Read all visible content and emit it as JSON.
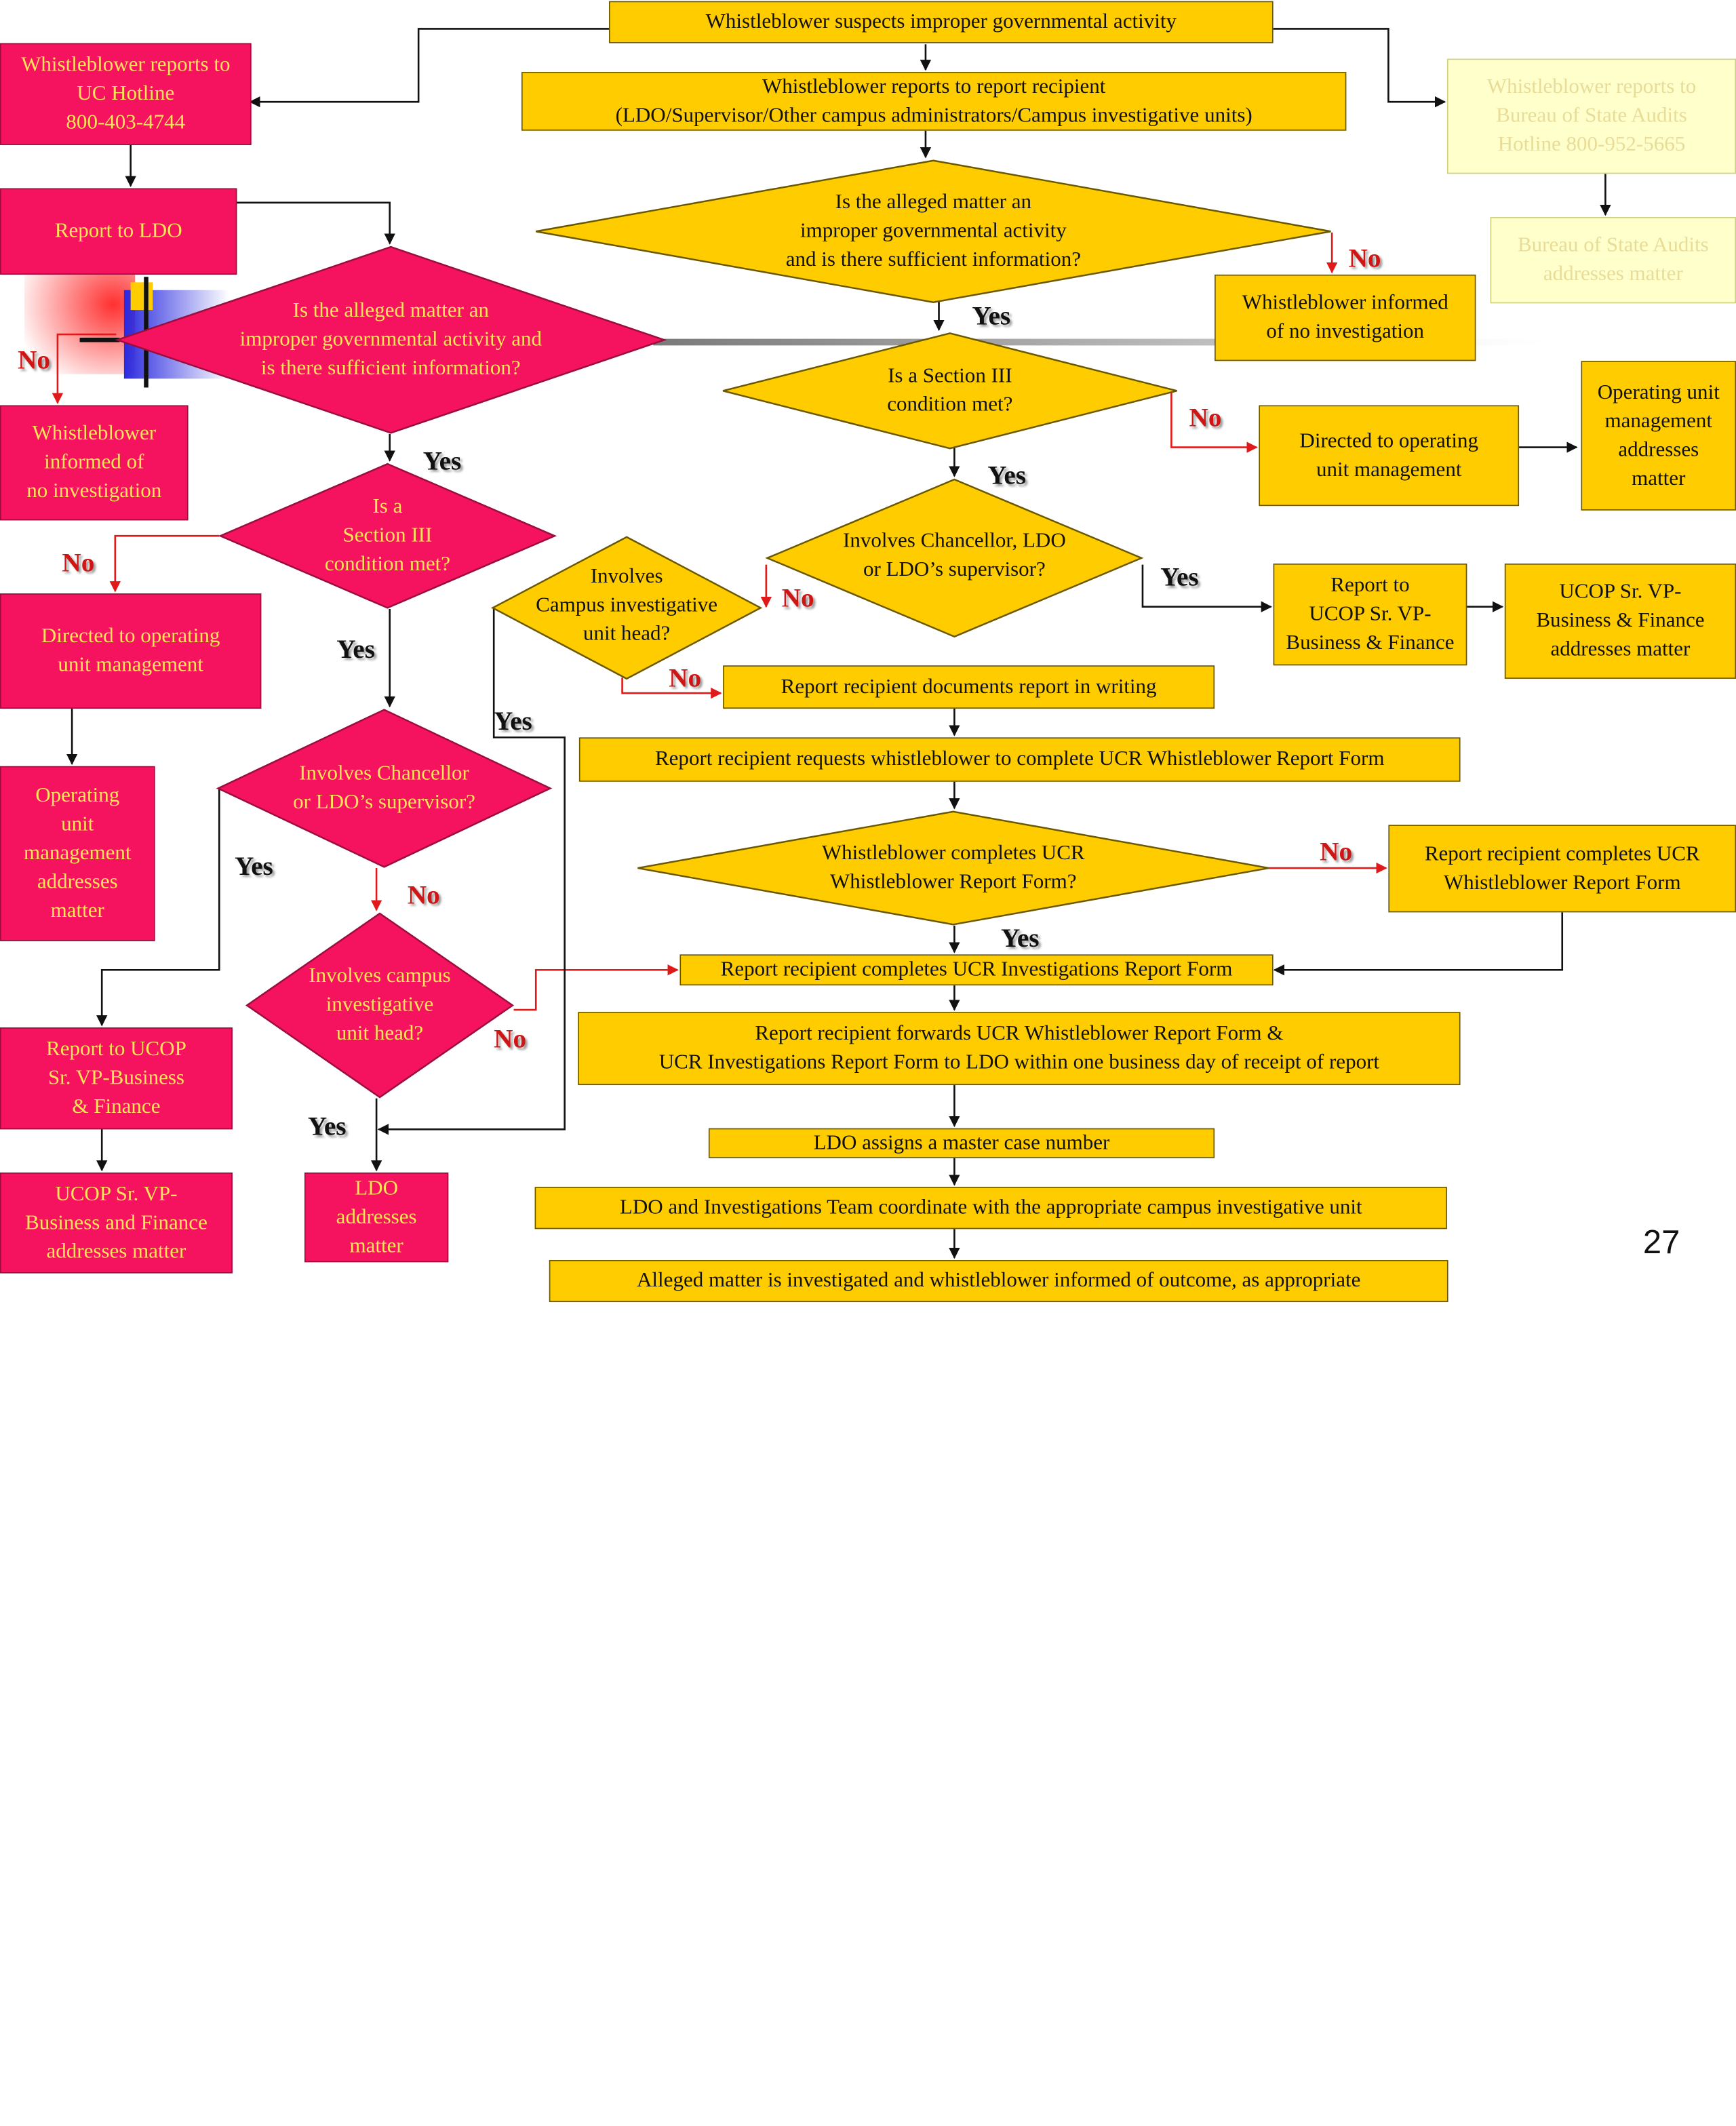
{
  "colors": {
    "gold": "#FFCC00",
    "magenta": "#F5125F",
    "pale": "#FFFFCC",
    "no_arrow": "#E01A1A",
    "yes_arrow": "#111111",
    "magenta_text": "#FFE45A"
  },
  "center": {
    "start": "Whistleblower suspects improper governmental activity",
    "report_recipient": "Whistleblower reports to report recipient\n(LDO/Supervisor/Other campus administrators/Campus investigative units)",
    "q_improper": "Is the alleged matter an\nimproper governmental activity\nand is there sufficient information?",
    "informed_no_investigation": "Whistleblower informed\nof  no investigation",
    "q_section3": "Is a Section III\ncondition met?",
    "directed_operating": "Directed to operating\nunit management",
    "operating_addresses": "Operating unit\nmanagement\naddresses\nmatter",
    "q_chancellor": "Involves Chancellor, LDO\nor LDO’s supervisor?",
    "report_ucop": "Report to\nUCOP Sr. VP-\nBusiness & Finance",
    "ucop_addresses": "UCOP Sr. VP-\nBusiness & Finance\naddresses matter",
    "q_campus_head": "Involves\nCampus investigative\nunit head?",
    "documents_report": "Report recipient  documents report in writing",
    "requests_form": "Report recipient requests whistleblower to complete UCR Whistleblower Report Form",
    "q_completes_form": "Whistleblower completes UCR\nWhistleblower Report Form?",
    "recipient_completes_form": "Report recipient completes UCR\nWhistleblower Report Form",
    "investigations_form": "Report recipient completes UCR Investigations Report Form",
    "forwards": "Report recipient  forwards UCR Whistleblower Report Form  &\nUCR Investigations Report Form to LDO within one business day of receipt of report",
    "master_case": "LDO assigns a master case  number",
    "coordinate": "LDO and Investigations Team coordinate with the appropriate campus investigative unit",
    "investigated": "Alleged matter is investigated and whistleblower informed of outcome, as appropriate"
  },
  "left": {
    "hotline": "Whistleblower reports to\nUC Hotline\n800-403-4744",
    "report_ldo": "Report to LDO",
    "q_improper": "Is the alleged matter an\nimproper governmental activity and\nis there sufficient information?",
    "informed_no_investigation": "Whistleblower\ninformed of\nno investigation",
    "q_section3": "Is a\nSection III\ncondition met?",
    "directed_operating": "Directed to operating\nunit management",
    "operating_addresses": "Operating\nunit\nmanagement\naddresses\nmatter",
    "q_chancellor": "Involves Chancellor\nor LDO’s supervisor?",
    "q_campus_head": "Involves campus\ninvestigative\nunit head?",
    "report_ucop": "Report  to UCOP\nSr. VP-Business\n& Finance",
    "ucop_addresses": "UCOP Sr. VP-\nBusiness and Finance\naddresses matter",
    "ldo_addresses": "LDO\naddresses\nmatter"
  },
  "right": {
    "bsa_hotline": "Whistleblower reports to\nBureau of State Audits\nHotline 800-952-5665",
    "bsa_addresses": "Bureau of State Audits\naddresses matter"
  },
  "labels": {
    "yes": "Yes",
    "no": "No"
  },
  "page_number": "27"
}
